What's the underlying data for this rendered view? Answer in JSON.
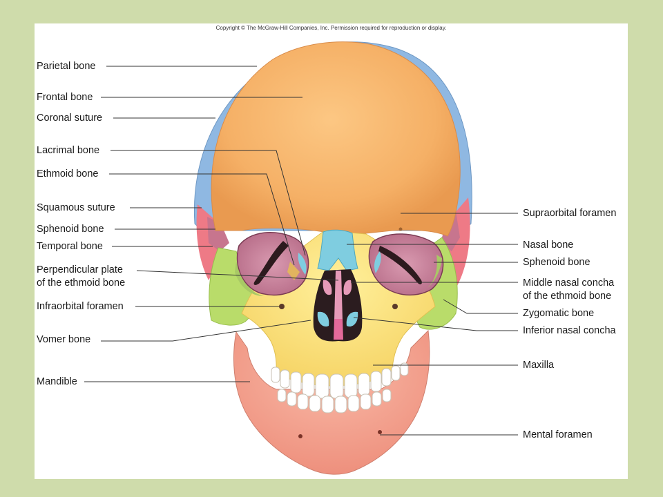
{
  "copyright": "Copyright © The McGraw-Hill Companies, Inc. Permission required for reproduction or display.",
  "labels_left": [
    {
      "id": "parietal",
      "lines": [
        "Parietal bone"
      ]
    },
    {
      "id": "frontal",
      "lines": [
        "Frontal bone"
      ]
    },
    {
      "id": "coronal",
      "lines": [
        "Coronal suture"
      ]
    },
    {
      "id": "lacrimal",
      "lines": [
        "Lacrimal bone"
      ]
    },
    {
      "id": "ethmoid",
      "lines": [
        "Ethmoid bone"
      ]
    },
    {
      "id": "squamous",
      "lines": [
        "Squamous suture"
      ]
    },
    {
      "id": "sphenoid-left",
      "lines": [
        "Sphenoid bone"
      ]
    },
    {
      "id": "temporal",
      "lines": [
        "Temporal bone"
      ]
    },
    {
      "id": "perpendicular",
      "lines": [
        "Perpendicular plate",
        "of the ethmoid bone"
      ]
    },
    {
      "id": "infraorbital",
      "lines": [
        "Infraorbital foramen"
      ]
    },
    {
      "id": "vomer",
      "lines": [
        "Vomer bone"
      ]
    },
    {
      "id": "mandible",
      "lines": [
        "Mandible"
      ]
    }
  ],
  "labels_right": [
    {
      "id": "supraorbital",
      "lines": [
        "Supraorbital foramen"
      ]
    },
    {
      "id": "nasal",
      "lines": [
        "Nasal bone"
      ]
    },
    {
      "id": "sphenoid-right",
      "lines": [
        "Sphenoid bone"
      ]
    },
    {
      "id": "middle-concha",
      "lines": [
        "Middle nasal concha",
        "of the ethmoid bone"
      ]
    },
    {
      "id": "zygomatic",
      "lines": [
        "Zygomatic bone"
      ]
    },
    {
      "id": "inferior-concha",
      "lines": [
        "Inferior nasal concha"
      ]
    },
    {
      "id": "maxilla",
      "lines": [
        "Maxilla"
      ]
    },
    {
      "id": "mental",
      "lines": [
        "Mental foramen"
      ]
    }
  ],
  "colors": {
    "background": "#cfdcab",
    "frontal": "#f7b36b",
    "parietal": "#8fb8e2",
    "temporal": "#ee7a86",
    "sphenoid": "#c7758e",
    "zygomatic": "#b9dc6a",
    "maxilla": "#fbe07a",
    "mandible": "#f3a291",
    "nasal": "#7fcde0",
    "ethmoid": "#e69ab8",
    "teeth": "#ffffff"
  }
}
